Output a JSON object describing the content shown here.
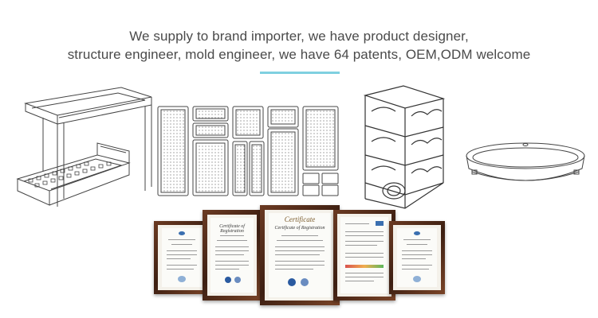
{
  "headline": {
    "line1": "We supply to brand importer, we have product designer,",
    "line2": "structure engineer, mold engineer, we have 64 patents, OEM,ODM welcome"
  },
  "colors": {
    "text": "#4a4a4a",
    "accent": "#7fd0e0",
    "frame_brown": "#5a2f1c",
    "frame_grey": "#8a8a8a"
  },
  "certificates": [
    {
      "title": ""
    },
    {
      "title": "Certificate of Registration"
    },
    {
      "title": "Certificate",
      "subtitle": "Certificate of Registration"
    },
    {
      "title": ""
    },
    {
      "title": ""
    }
  ]
}
